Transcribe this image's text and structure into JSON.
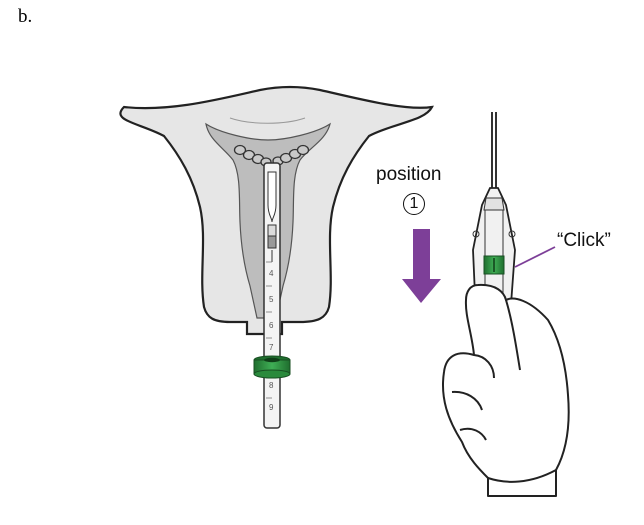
{
  "panel_letter": "b.",
  "position_label": "position",
  "position_number": "1",
  "click_label": "“Click”",
  "ruler_ticks": [
    "4",
    "5",
    "6",
    "7",
    "8",
    "9"
  ],
  "colors": {
    "arrow": "#7d3f98",
    "green": "#2e8b3e",
    "uterus_fill": "#e6e6e6",
    "cavity_fill": "#bdbdbd",
    "outline": "#222222"
  }
}
